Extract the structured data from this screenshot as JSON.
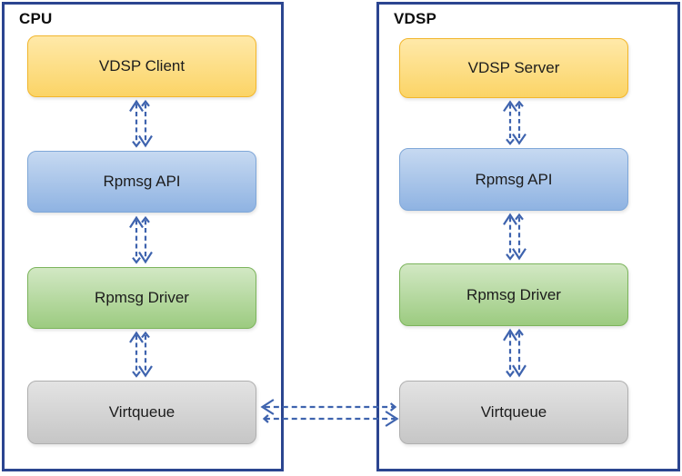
{
  "diagram": {
    "containers": [
      {
        "title": "CPU",
        "boxes": [
          {
            "label": "VDSP Client",
            "fill": "#FBD466",
            "border": "#F2B62C"
          },
          {
            "label": "Rpmsg API",
            "fill": "#8FB3E2",
            "border": "#7FA7D8"
          },
          {
            "label": "Rpmsg Driver",
            "fill": "#9CCB80",
            "border": "#7CB45C"
          },
          {
            "label": "Virtqueue",
            "fill": "#C6C6C6",
            "border": "#AFAFAF"
          }
        ]
      },
      {
        "title": "VDSP",
        "boxes": [
          {
            "label": "VDSP Server",
            "fill": "#FBD466",
            "border": "#F2B62C"
          },
          {
            "label": "Rpmsg API",
            "fill": "#8FB3E2",
            "border": "#7FA7D8"
          },
          {
            "label": "Rpmsg Driver",
            "fill": "#9CCB80",
            "border": "#7CB45C"
          },
          {
            "label": "Virtqueue",
            "fill": "#C6C6C6",
            "border": "#AFAFAF"
          }
        ]
      }
    ],
    "connectors": [
      {
        "from": "VDSP Client",
        "to": "Rpmsg API (CPU)",
        "style": "dashed-double-bidirectional"
      },
      {
        "from": "Rpmsg API (CPU)",
        "to": "Rpmsg Driver (CPU)",
        "style": "dashed-double-bidirectional"
      },
      {
        "from": "Rpmsg Driver (CPU)",
        "to": "Virtqueue (CPU)",
        "style": "dashed-double-bidirectional"
      },
      {
        "from": "VDSP Server",
        "to": "Rpmsg API (VDSP)",
        "style": "dashed-double-bidirectional"
      },
      {
        "from": "Rpmsg API (VDSP)",
        "to": "Rpmsg Driver (VDSP)",
        "style": "dashed-double-bidirectional"
      },
      {
        "from": "Rpmsg Driver (VDSP)",
        "to": "Virtqueue (VDSP)",
        "style": "dashed-double-bidirectional"
      },
      {
        "from": "Virtqueue (CPU)",
        "to": "Virtqueue (VDSP)",
        "style": "dashed-double-bidirectional"
      }
    ],
    "colors": {
      "container_border": "#2B4590",
      "arrow": "#3E63AE",
      "background": "#FFFFFF"
    }
  }
}
